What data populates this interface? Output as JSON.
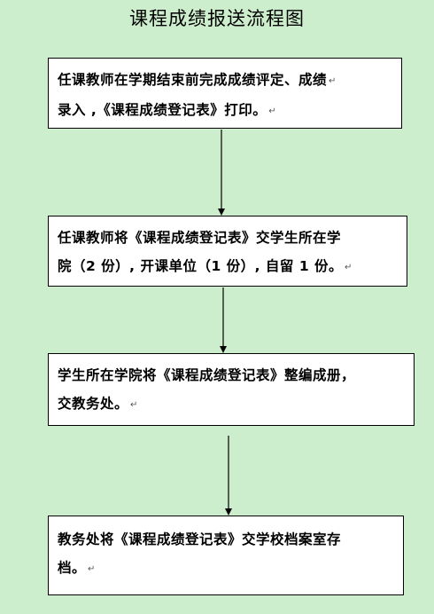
{
  "title": "课程成绩报送流程图",
  "return_mark": "↵",
  "steps": [
    {
      "lines": [
        "任课教师在学期结束前完成成绩评定、成绩",
        "录入 ,《课程成绩登记表》打印。"
      ]
    },
    {
      "lines": [
        "任课教师将《课程成绩登记表》交学生所在学",
        "院（2 份）, 开课单位（1 份）, 自留 1 份。"
      ]
    },
    {
      "lines": [
        "学生所在学院将《课程成绩登记表》整编成册，",
        "交教务处。"
      ]
    },
    {
      "lines": [
        "教务处将《课程成绩登记表》交学校档案室存",
        "档。"
      ]
    }
  ]
}
